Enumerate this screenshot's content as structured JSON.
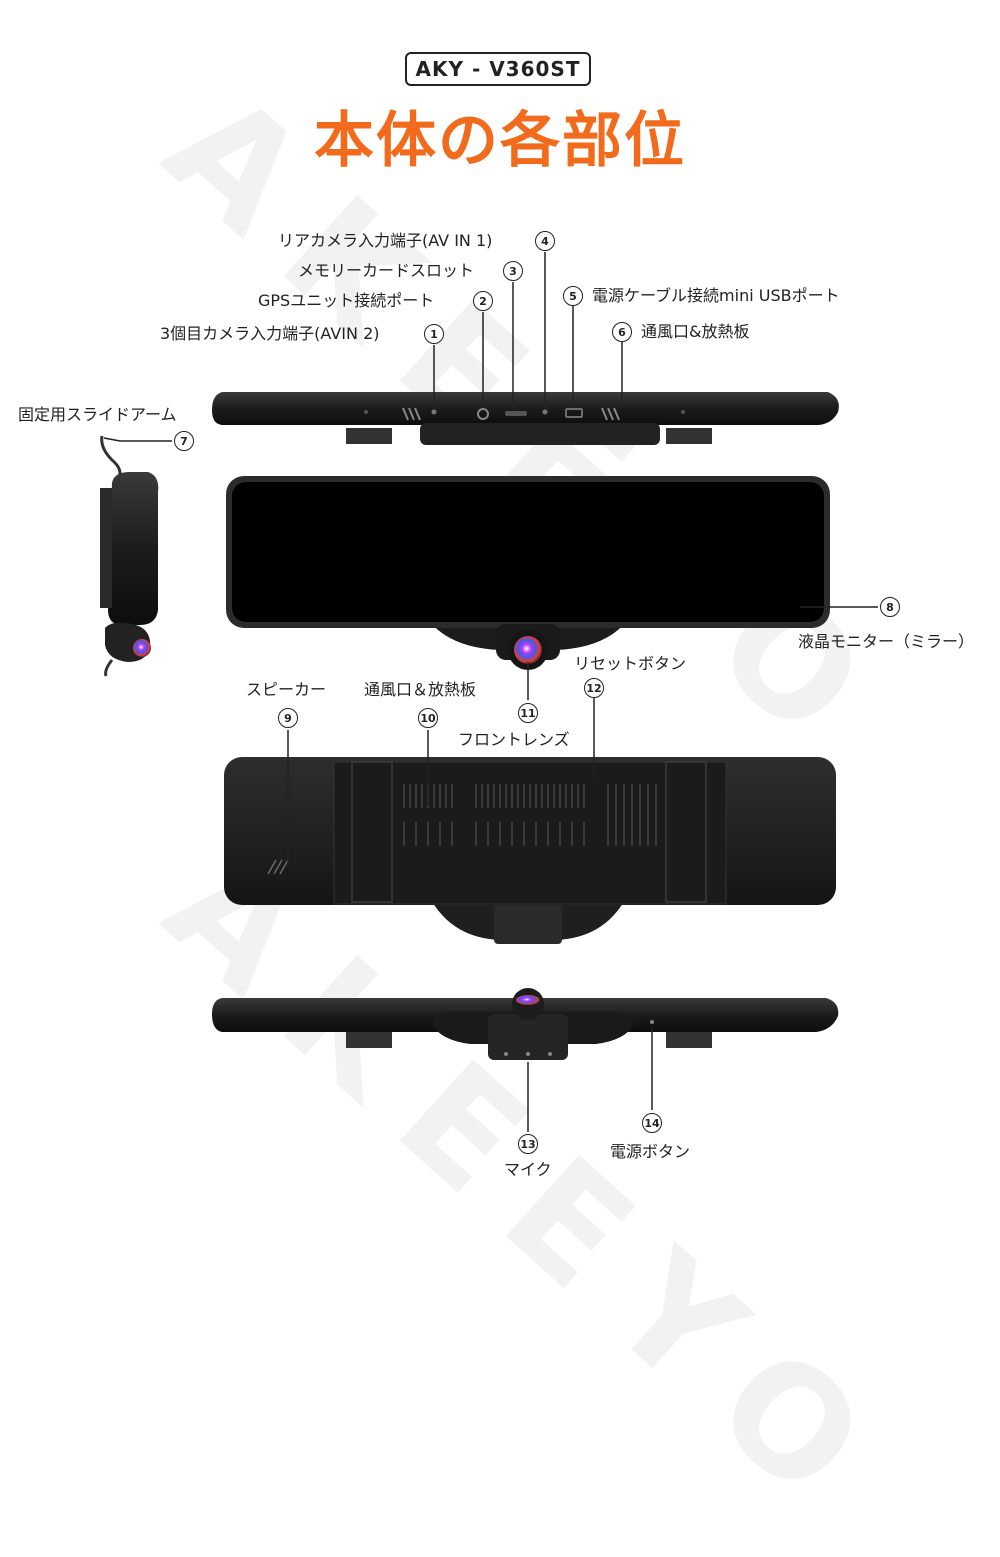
{
  "header": {
    "model": "AKY - V360ST",
    "title": "本体の各部位"
  },
  "watermark": "AKEEYO",
  "parts": {
    "p1": {
      "num": "1",
      "label": "3個目カメラ入力端子(AVIN 2)"
    },
    "p2": {
      "num": "2",
      "label": "GPSユニット接続ポート"
    },
    "p3": {
      "num": "3",
      "label": "メモリーカードスロット"
    },
    "p4": {
      "num": "4",
      "label": "リアカメラ入力端子(AV IN 1)"
    },
    "p5": {
      "num": "5",
      "label": "電源ケーブル接続mini USBポート"
    },
    "p6": {
      "num": "6",
      "label": "通風口&放熱板"
    },
    "p7": {
      "num": "7",
      "label": "固定用スライドアーム"
    },
    "p8": {
      "num": "8",
      "label": "液晶モニター（ミラー）"
    },
    "p9": {
      "num": "9",
      "label": "スピーカー"
    },
    "p10": {
      "num": "10",
      "label": "通風口＆放熱板"
    },
    "p11": {
      "num": "11",
      "label": "フロントレンズ"
    },
    "p12": {
      "num": "12",
      "label": "リセットボタン"
    },
    "p13": {
      "num": "13",
      "label": "マイク"
    },
    "p14": {
      "num": "14",
      "label": "電源ボタン"
    }
  },
  "colors": {
    "accent": "#f26b1d",
    "device": "#1a1a1a",
    "text": "#222222"
  }
}
